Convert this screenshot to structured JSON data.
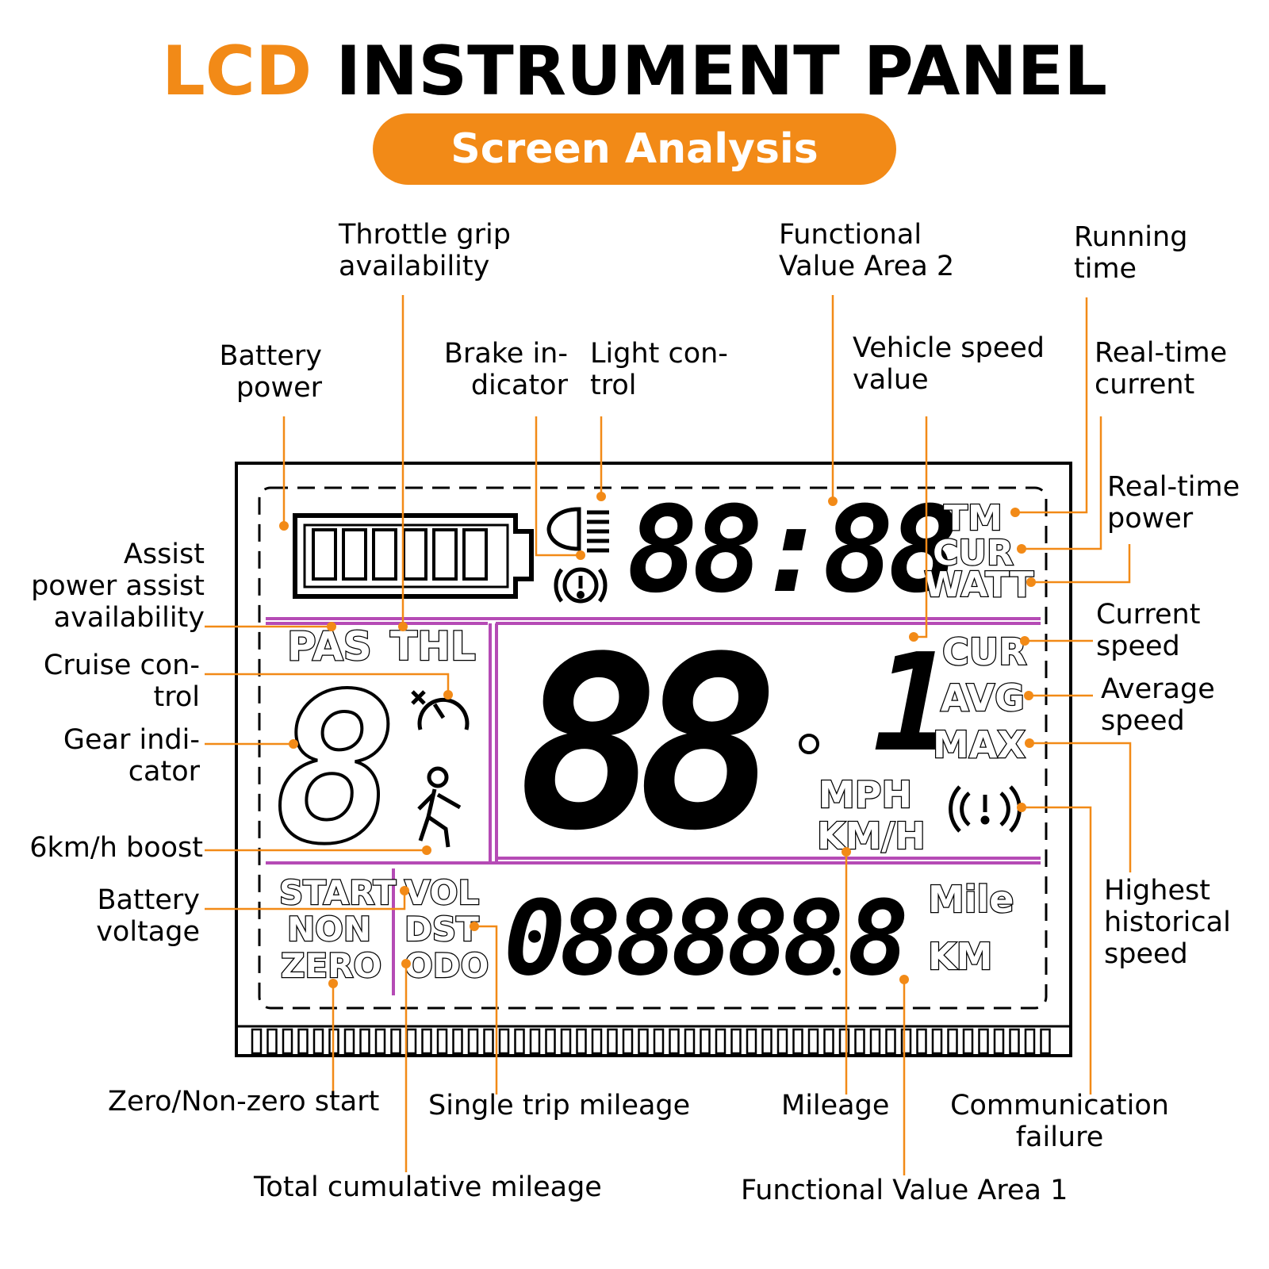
{
  "header": {
    "title_accent": "LCD",
    "title_rest": "INSTRUMENT PANEL",
    "subtitle": "Screen Analysis"
  },
  "colors": {
    "accent": "#f28a17",
    "divider": "#b54bb5",
    "leader": "#f28a17"
  },
  "display": {
    "time_digits": "88:88",
    "speed_digits": "88",
    "speed_decimal": "1",
    "odometer_digits": "088888",
    "odometer_decimal": "8",
    "labels": {
      "tm": "TM",
      "cur_top": "CUR",
      "watt": "WATT",
      "pas": "PAS",
      "thl": "THL",
      "cur": "CUR",
      "avg": "AVG",
      "max": "MAX",
      "mph": "MPH",
      "kmh": "KM/H",
      "start": "START",
      "non": "NON",
      "zero": "ZERO",
      "vol": "VOL",
      "dst": "DST",
      "odo": "ODO",
      "mile": "Mile",
      "km": "KM"
    }
  },
  "callouts": {
    "throttle": [
      "Throttle grip",
      "availability"
    ],
    "battery_power": [
      "Battery",
      "power"
    ],
    "brake": [
      "Brake in-",
      "dicator"
    ],
    "light": [
      "Light con-",
      "trol"
    ],
    "fva2": [
      "Functional",
      "Value Area 2"
    ],
    "vehicle_speed": [
      "Vehicle speed",
      "value"
    ],
    "running_time": [
      "Running",
      "time"
    ],
    "realtime_current": [
      "Real-time",
      "current"
    ],
    "realtime_power": [
      "Real-time",
      "power"
    ],
    "assist": [
      "Assist",
      "power assist",
      "availability"
    ],
    "cruise": [
      "Cruise con-",
      "trol"
    ],
    "gear": [
      "Gear indi-",
      "cator"
    ],
    "boost": [
      "6km/h boost"
    ],
    "battery_voltage": [
      "Battery",
      "voltage"
    ],
    "current_speed": [
      "Current",
      "speed"
    ],
    "average_speed": [
      "Average",
      "speed"
    ],
    "highest_speed": [
      "Highest",
      "historical",
      "speed"
    ],
    "zero_start": [
      "Zero/Non-zero start"
    ],
    "single_trip": [
      "Single trip mileage"
    ],
    "mileage": [
      "Mileage"
    ],
    "comm_failure": [
      "Communication",
      "failure"
    ],
    "total_mileage": [
      "Total cumulative mileage"
    ],
    "fva1": [
      "Functional Value Area 1"
    ]
  }
}
